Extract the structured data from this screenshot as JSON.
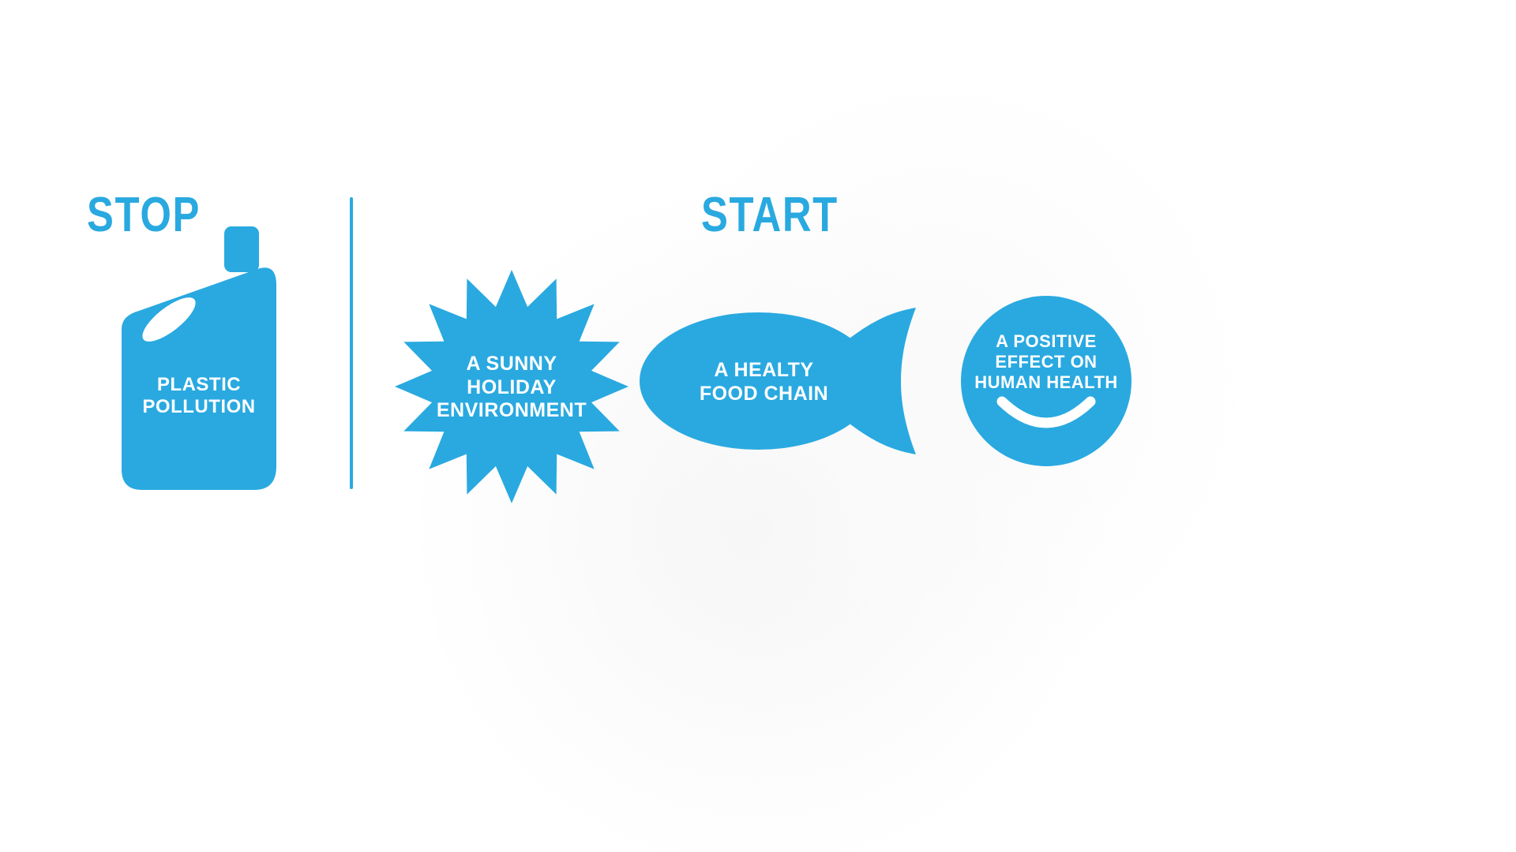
{
  "colors": {
    "accent": "#29A9E0",
    "label_text": "#FFFFFF"
  },
  "stop": {
    "heading": "STOP",
    "bottle_label": "PLASTIC\nPOLLUTION"
  },
  "start": {
    "heading": "START",
    "sun_label": "A SUNNY\nHOLIDAY\nENVIRONMENT",
    "fish_label": "A HEALTY\nFOOD CHAIN",
    "smiley_label": "A POSITIVE\nEFFECT ON\nHUMAN HEALTH"
  },
  "icons": {
    "bottle": "plastic-bottle-icon",
    "sun": "sunburst-icon",
    "fish": "fish-icon",
    "smiley": "smiley-face-icon"
  }
}
